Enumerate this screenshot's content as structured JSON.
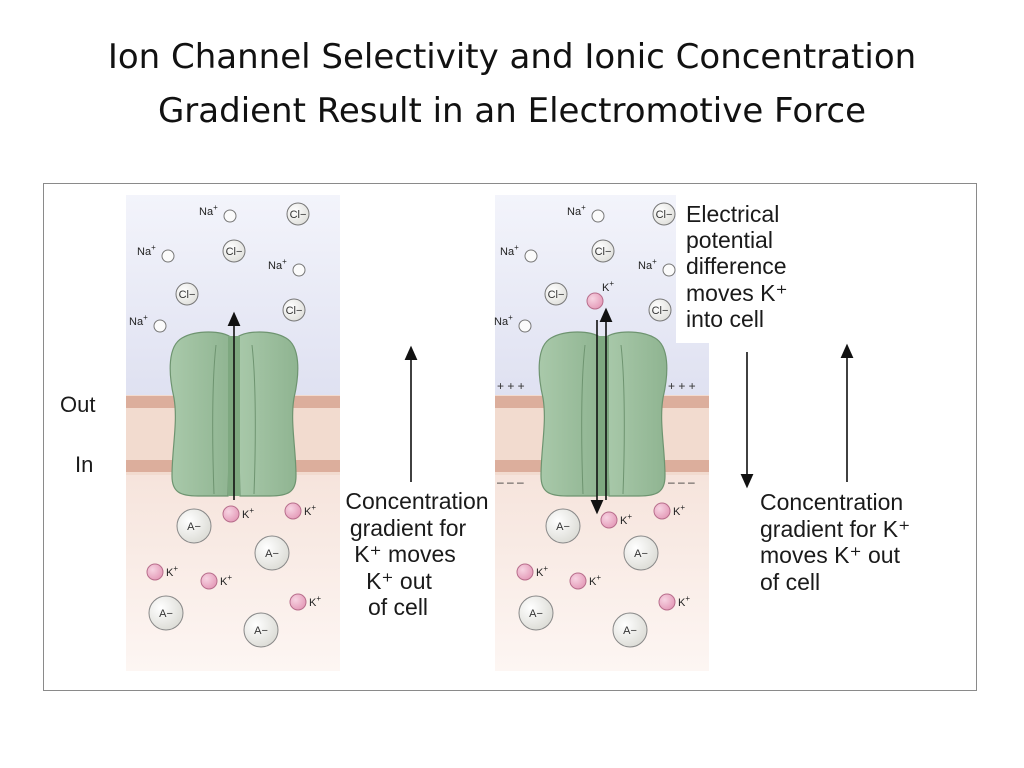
{
  "title": {
    "line1": "Ion Channel Selectivity and Ionic Concentration",
    "line2": "Gradient Result in an Electromotive Force"
  },
  "side_labels": {
    "out": "Out",
    "in": "In"
  },
  "ions": {
    "na": "Na",
    "na_charge": "+",
    "cl": "Cl−",
    "k": "K",
    "k_charge": "+",
    "anion": "A−"
  },
  "membrane_charges": {
    "positive": "+ + +",
    "negative": "– – –"
  },
  "left_panel": {
    "caption": [
      "Concentration",
      "gradient  for",
      "K⁺  moves",
      "K⁺  out",
      "of  cell"
    ]
  },
  "right_panel": {
    "electrical_caption": [
      "Electrical",
      "potential",
      "difference",
      "moves  K⁺",
      "into  cell"
    ],
    "concentration_caption": [
      "Concentration",
      "gradient  for  K⁺",
      "moves  K⁺  out",
      "of  cell"
    ]
  },
  "colors": {
    "outside_fill": "#e3e5f4",
    "inside_fill": "#f9ece7",
    "membrane_band": "#ddb1a0",
    "membrane_core": "#f2d9cc",
    "channel": "#9cbf9e",
    "potassium": "#e8a9c2",
    "anion": "#eeeeea"
  }
}
